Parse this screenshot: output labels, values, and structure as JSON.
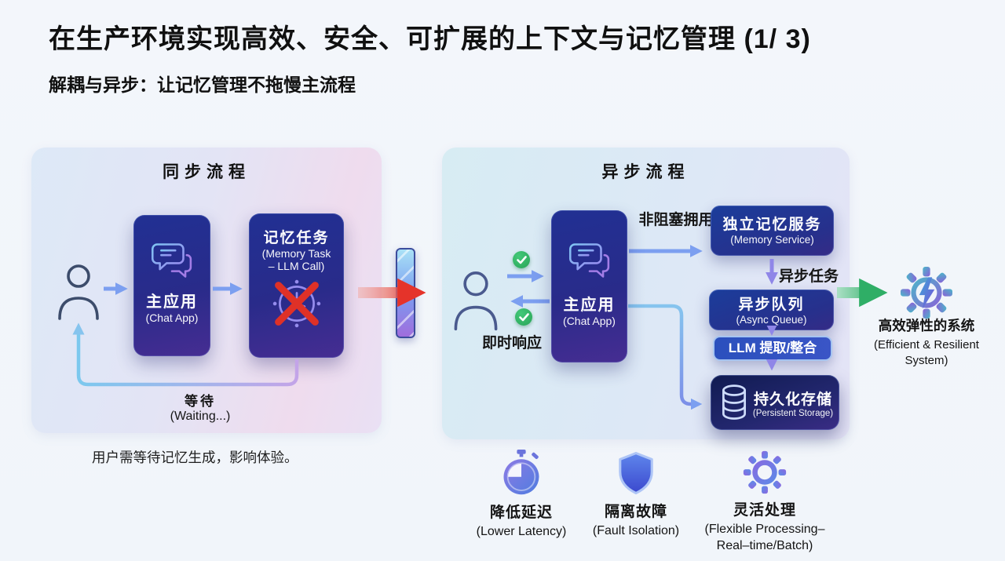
{
  "slide": {
    "title": "在生产环境实现高效、安全、可扩展的上下文与记忆管理 (1/ 3)",
    "subtitle": "解耦与异步：让记忆管理不拖慢主流程"
  },
  "sync": {
    "header": "同步流程",
    "app": {
      "label": "主应用",
      "sub": "(Chat App)"
    },
    "task": {
      "label": "记忆任务",
      "sub1": "(Memory Task",
      "sub2": "– LLM Call)"
    },
    "wait": {
      "label": "等待",
      "sub": "(Waiting...)"
    },
    "caption": "用户需等待记忆生成，影响体验。"
  },
  "async": {
    "header": "异步流程",
    "app": {
      "label": "主应用",
      "sub": "(Chat App)"
    },
    "instant": "即时响应",
    "non_blocking": "非阻塞拥用",
    "service": {
      "label": "独立记忆服务",
      "sub": "(Memory Service)"
    },
    "task_label": "异步任务",
    "queue": {
      "label": "异步队列",
      "sub": "(Async Queue)"
    },
    "llm": "LLM 提取/整合",
    "storage": {
      "label": "持久化存储",
      "sub": "(Persistent  Storage)"
    }
  },
  "outcome": {
    "label": "高效弹性的系统",
    "sub1": "(Efficient & Resilient",
    "sub2": "System)"
  },
  "benefits": [
    {
      "icon": "stopwatch-icon",
      "label": "降低延迟",
      "sub1": "(Lower Latency)",
      "sub2": ""
    },
    {
      "icon": "shield-icon",
      "label": "隔离故障",
      "sub1": "(Fault Isolation)",
      "sub2": ""
    },
    {
      "icon": "gear-icon",
      "label": "灵活处理",
      "sub1": "(Flexible Processing–",
      "sub2": "Real–time/Batch)"
    }
  ],
  "colors": {
    "accent_red": "#e5332a",
    "accent_green": "#2fae66",
    "box_indigo": "#29308c",
    "arrow_blue": "#7c9ff0",
    "check_green": "#2fad5f"
  }
}
